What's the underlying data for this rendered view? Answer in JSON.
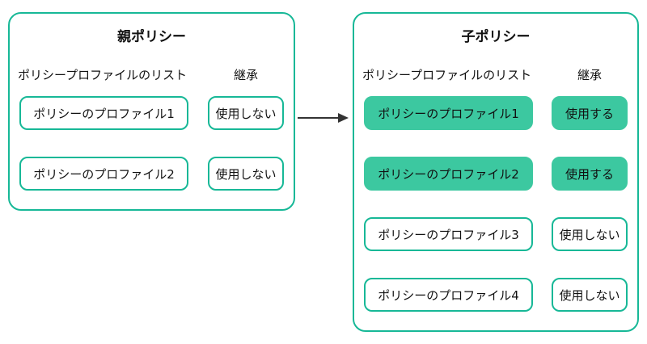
{
  "colors": {
    "teal_border": "#17b897",
    "teal_fill": "#3cc8a0",
    "arrow_color": "#333333"
  },
  "parent": {
    "title": "親ポリシー",
    "list_label": "ポリシープロファイルのリスト",
    "inherit_label": "継承",
    "rows": [
      {
        "profile": "ポリシーのプロファイル1",
        "inherit": "使用しない",
        "active": false
      },
      {
        "profile": "ポリシーのプロファイル2",
        "inherit": "使用しない",
        "active": false
      }
    ]
  },
  "child": {
    "title": "子ポリシー",
    "list_label": "ポリシープロファイルのリスト",
    "inherit_label": "継承",
    "rows": [
      {
        "profile": "ポリシーのプロファイル1",
        "inherit": "使用する",
        "active": true
      },
      {
        "profile": "ポリシーのプロファイル2",
        "inherit": "使用する",
        "active": true
      },
      {
        "profile": "ポリシーのプロファイル3",
        "inherit": "使用しない",
        "active": false
      },
      {
        "profile": "ポリシーのプロファイル4",
        "inherit": "使用しない",
        "active": false
      }
    ]
  }
}
